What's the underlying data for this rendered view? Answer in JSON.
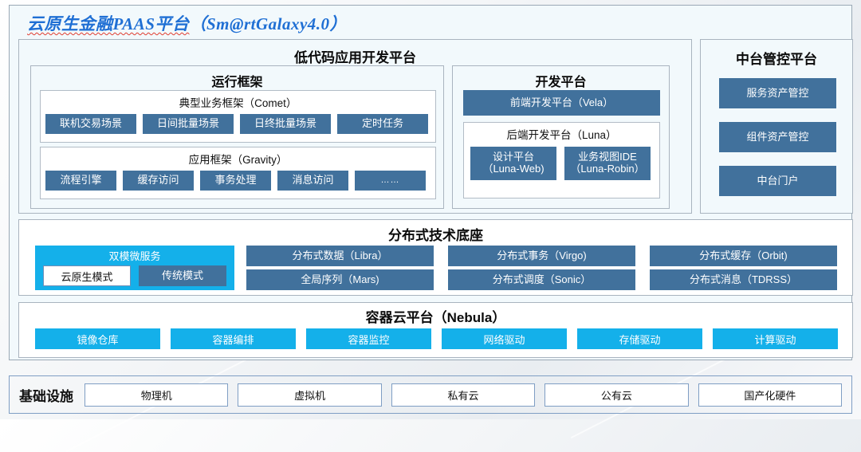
{
  "title": {
    "zh": "云原生金融PAAS平台",
    "en": "（Sm@rtGalaxy4.0）"
  },
  "lowcode": {
    "header": "低代码应用开发平台",
    "runtime": {
      "header": "运行框架",
      "comet": {
        "header": "典型业务框架（Comet）",
        "items": [
          "联机交易场景",
          "日间批量场景",
          "日终批量场景",
          "定时任务"
        ]
      },
      "gravity": {
        "header": "应用框架（Gravity）",
        "items": [
          "流程引擎",
          "缓存访问",
          "事务处理",
          "消息访问",
          "……"
        ]
      }
    },
    "devplatform": {
      "header": "开发平台",
      "frontend": "前端开发平台（Vela）",
      "backend": {
        "header": "后端开发平台（Luna）",
        "items": [
          {
            "line1": "设计平台",
            "line2": "（Luna-Web)"
          },
          {
            "line1": "业务视图IDE",
            "line2": "（Luna-Robin）"
          }
        ]
      }
    }
  },
  "midcontrol": {
    "header": "中台管控平台",
    "items": [
      "服务资产管控",
      "组件资产管控",
      "中台门户"
    ]
  },
  "distbase": {
    "header": "分布式技术底座",
    "dualmode": {
      "header": "双模微服务",
      "items": [
        "云原生模式",
        "传统模式"
      ]
    },
    "columns": [
      [
        "分布式数据（Libra）",
        "全局序列（Mars)"
      ],
      [
        "分布式事务（Virgo)",
        "分布式调度（Sonic）"
      ],
      [
        "分布式缓存（Orbit)",
        "分布式消息（TDRSS）"
      ]
    ]
  },
  "container": {
    "header": "容器云平台（Nebula）",
    "items": [
      "镜像仓库",
      "容器编排",
      "容器监控",
      "网络驱动",
      "存储驱动",
      "计算驱动"
    ]
  },
  "infrastructure": {
    "label": "基础设施",
    "items": [
      "物理机",
      "虚拟机",
      "私有云",
      "公有云",
      "国产化硬件"
    ]
  },
  "colors": {
    "steel_blue": "#41719c",
    "cyan": "#14b0ea",
    "title_blue": "#1f6fd4",
    "spellcheck_red": "#e03b2f",
    "panel_bg": "#f2f9fc",
    "border_gray": "#a9b4bf"
  }
}
